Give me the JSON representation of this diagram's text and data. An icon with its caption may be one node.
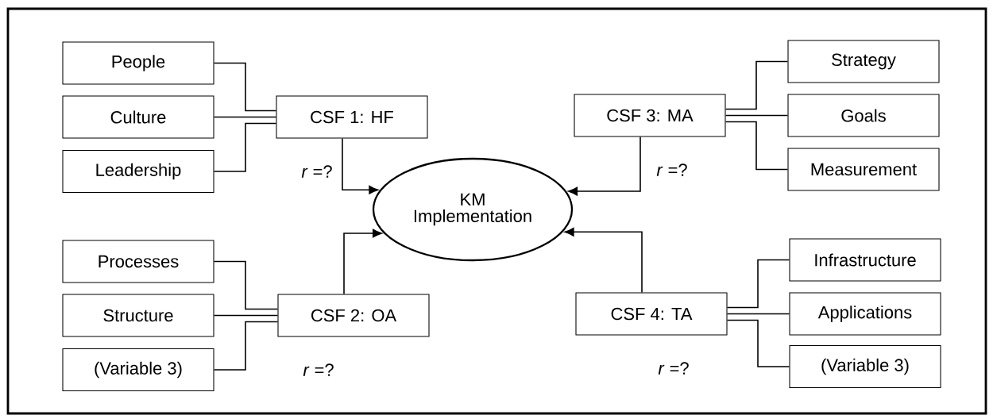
{
  "diagram": {
    "nodes": [
      {
        "text": [
          "People"
        ]
      },
      {
        "text": [
          "Culture"
        ]
      },
      {
        "text": [
          "Leadership"
        ]
      },
      {
        "text": [
          "CSF 1: HF"
        ]
      },
      {
        "text": [
          "CSF 3: MA"
        ]
      },
      {
        "text": [
          "Strategy"
        ]
      },
      {
        "text": [
          "Goals"
        ]
      },
      {
        "text": [
          "Measurement"
        ]
      },
      {
        "text": [
          "KM Implementation"
        ]
      },
      {
        "text": [
          "Processes"
        ]
      },
      {
        "text": [
          "Structure"
        ]
      },
      {
        "text": [
          "(Variable 3)"
        ]
      },
      {
        "text": [
          "CSF 2: OA"
        ]
      },
      {
        "text": [
          "CSF 4: TA"
        ]
      },
      {
        "text": [
          "Infrastructure"
        ]
      },
      {
        "text": [
          "Applications"
        ]
      },
      {
        "text": [
          "(Variable 3)"
        ]
      }
    ],
    "edges": [
      {
        "from": 0,
        "to": 3,
        "arrow": "none"
      },
      {
        "from": 1,
        "to": 3,
        "arrow": "none"
      },
      {
        "from": 2,
        "to": 3,
        "arrow": "none"
      },
      {
        "from": 5,
        "to": 4,
        "arrow": "none"
      },
      {
        "from": 6,
        "to": 4,
        "arrow": "none"
      },
      {
        "from": 7,
        "to": 4,
        "arrow": "none"
      },
      {
        "from": 9,
        "to": 12,
        "arrow": "none"
      },
      {
        "from": 10,
        "to": 12,
        "arrow": "none"
      },
      {
        "from": 11,
        "to": 12,
        "arrow": "none"
      },
      {
        "from": 14,
        "to": 13,
        "arrow": "none"
      },
      {
        "from": 15,
        "to": 13,
        "arrow": "none"
      },
      {
        "from": 16,
        "to": 13,
        "arrow": "none"
      },
      {
        "from": 3,
        "to": 8,
        "arrow": "to",
        "label": "*r* =?"
      },
      {
        "from": 4,
        "to": 8,
        "arrow": "to",
        "label": "*r* =?"
      },
      {
        "from": 12,
        "to": 8,
        "arrow": "to",
        "label": "*r* =?"
      },
      {
        "from": 13,
        "to": 8,
        "arrow": "to",
        "label": "*r* =?"
      }
    ]
  }
}
